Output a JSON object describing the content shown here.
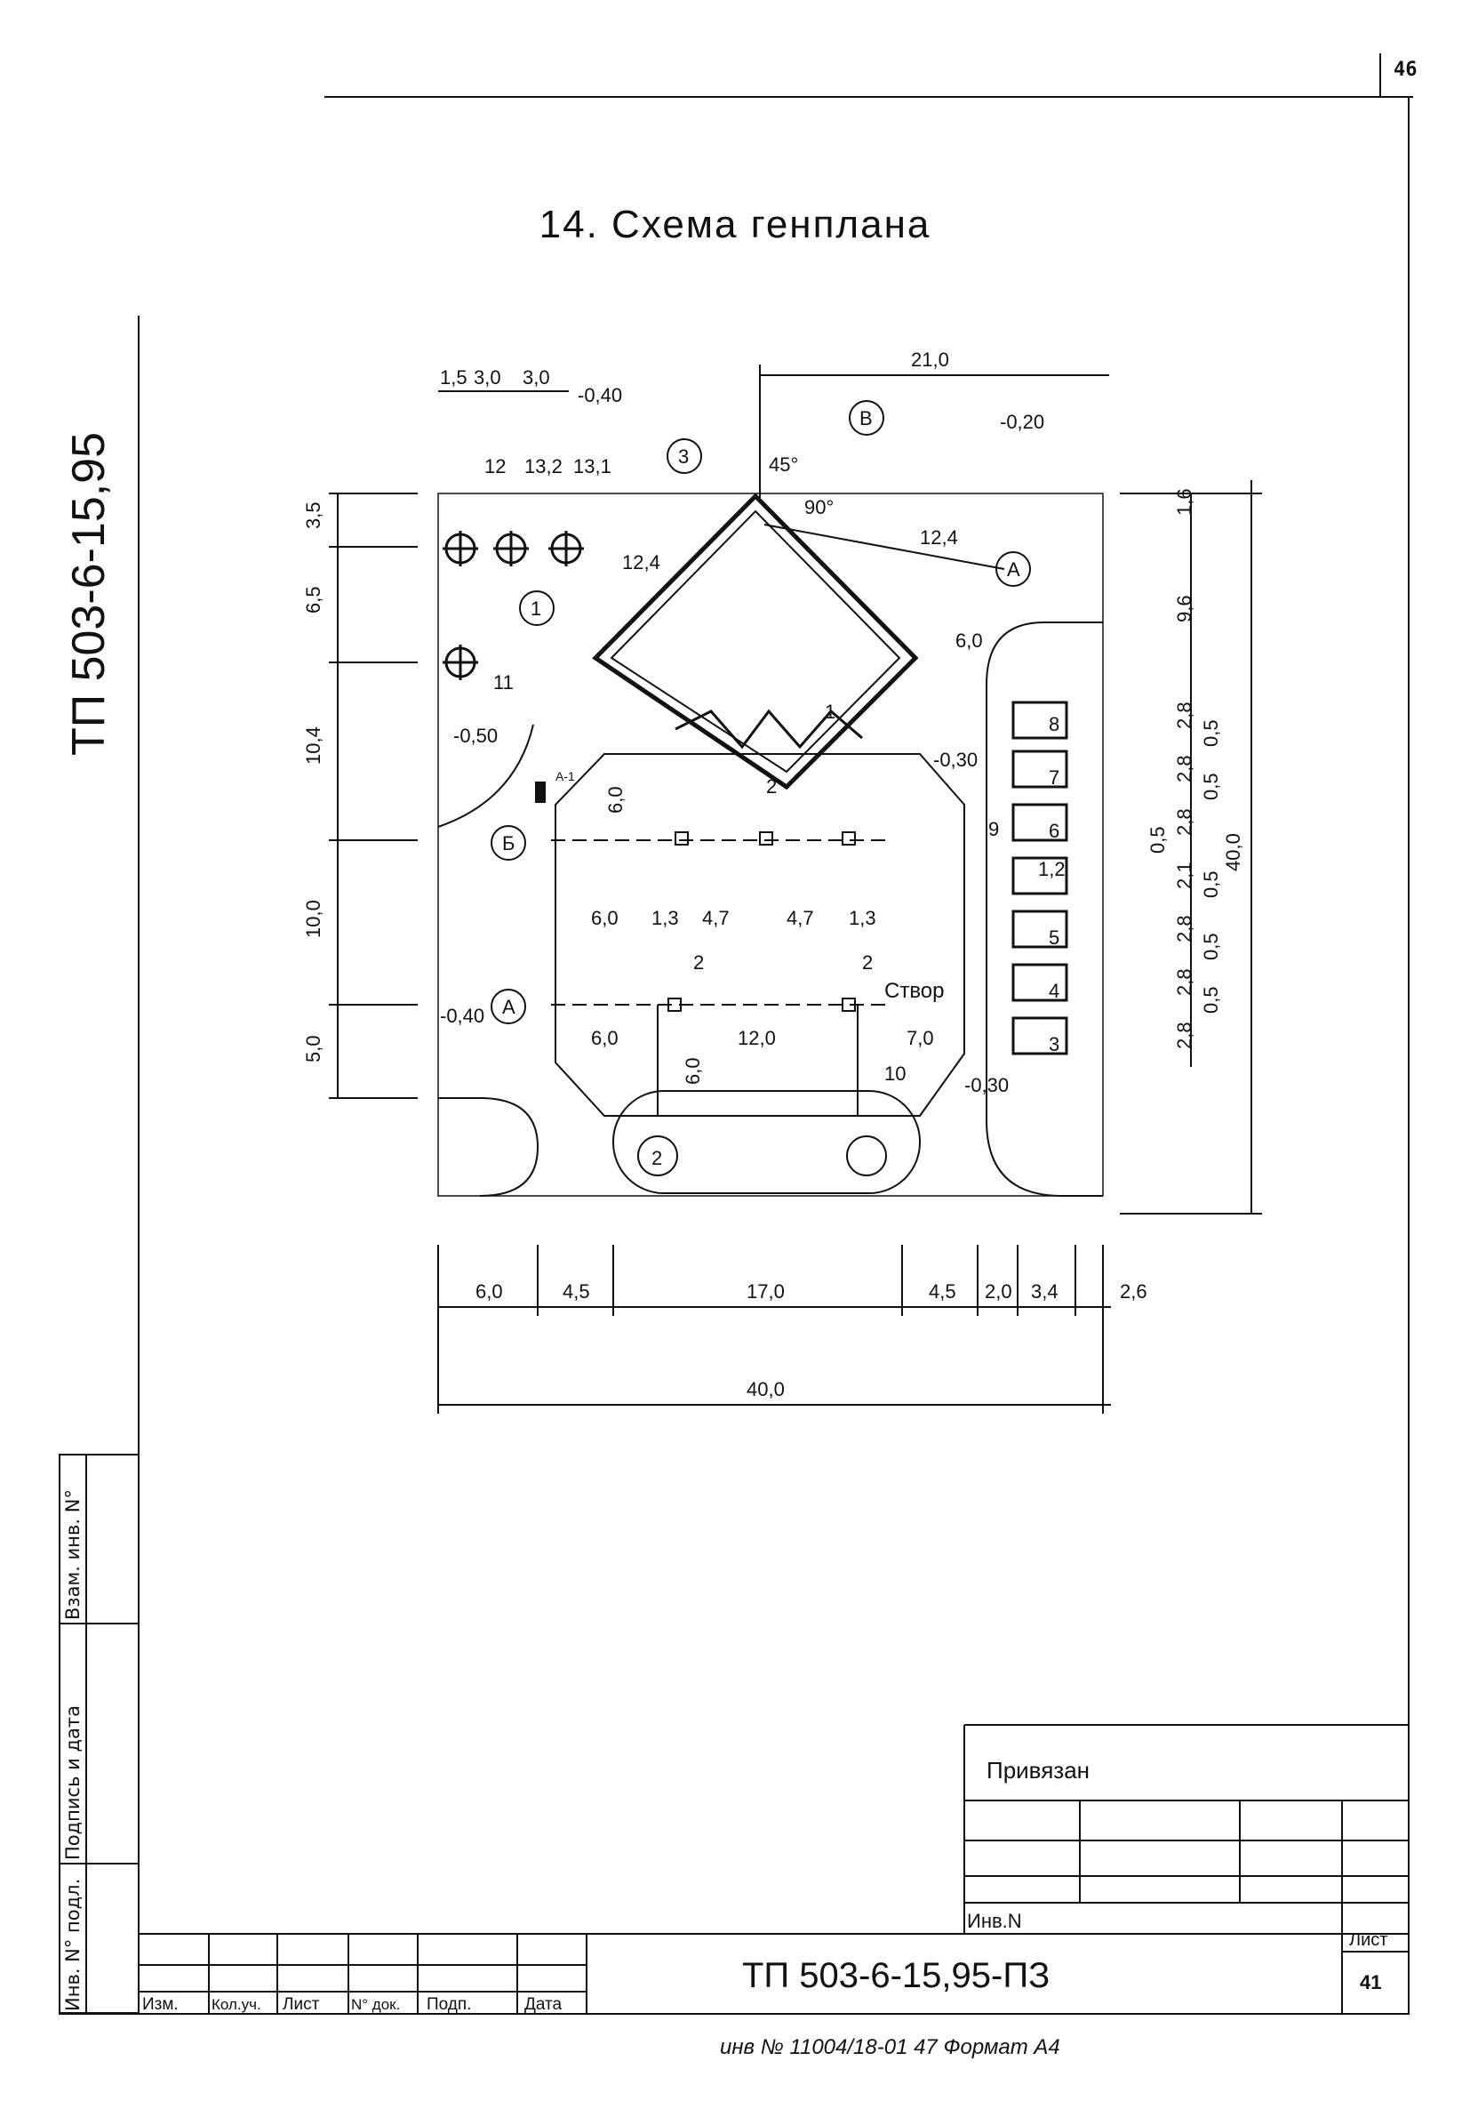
{
  "sheet_number": "46",
  "title": "14. Схема генплана",
  "vertical_code": "ТП 503-6-15,95",
  "side_stamp": [
    "Инв. N° подл.",
    "Подпись и дата",
    "Взам. инв. N°"
  ],
  "plan": {
    "top_dims": [
      "1,5",
      "3,0",
      "3,0",
      "21,0"
    ],
    "elev": [
      "-0,40",
      "-0,20",
      "-0,50",
      "-0,30",
      "-0,40",
      "-0,30"
    ],
    "markers": [
      "12",
      "13,2",
      "13,1",
      "11",
      "А-1"
    ],
    "axes": [
      "1",
      "2",
      "3",
      "А",
      "Б",
      "В",
      "А"
    ],
    "diag_dims": [
      "12,4",
      "12,4",
      "6,0"
    ],
    "angles": [
      "45°",
      "90°"
    ],
    "left_dims": [
      "3,5",
      "6,5",
      "10,4",
      "10,0",
      "5,0"
    ],
    "right_dims": [
      "1,6",
      "9,6",
      "2,8",
      "0,5",
      "2,8",
      "0,5",
      "2,8",
      "0,5",
      "2,1",
      "0,5",
      "40,0",
      "2,8",
      "0,5",
      "2,8",
      "0,5",
      "2,8"
    ],
    "inner_dims": [
      "6,0",
      "1,3",
      "4,7",
      "4,7",
      "1,3",
      "6,0",
      "12,0",
      "7,0",
      "6,0",
      "6,0",
      "1,2"
    ],
    "labels": [
      "1",
      "2",
      "2",
      "2",
      "9",
      "8",
      "7",
      "6",
      "5",
      "4",
      "3",
      "10",
      "Створ"
    ],
    "bottom_dims": [
      "6,0",
      "4,5",
      "17,0",
      "4,5",
      "2,0",
      "3,4",
      "2,6"
    ],
    "total": "40,0"
  },
  "stamp": {
    "privyazan": "Привязан",
    "inv": "Инв.N",
    "code": "ТП 503-6-15,95-ПЗ",
    "list_label": "Лист",
    "list_value": "41",
    "cols": [
      "Изм.",
      "Кол.уч.",
      "Лист",
      "N° док.",
      "Подп.",
      "Дата"
    ],
    "footer": "инв № 11004/18-01     47     Формат А4"
  }
}
